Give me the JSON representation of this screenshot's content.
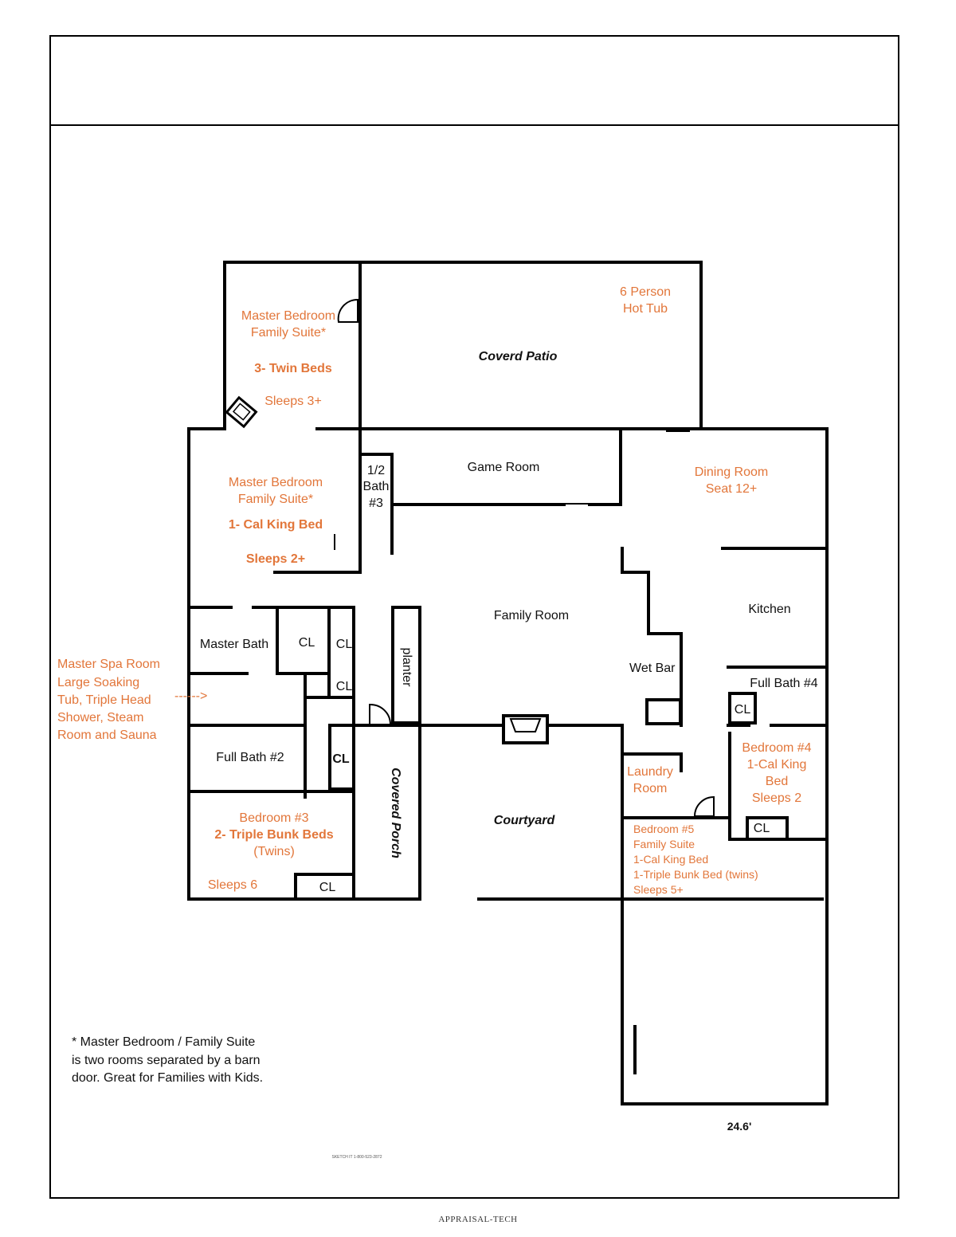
{
  "rooms": {
    "master_suite_upper": [
      "Master Bedroom",
      "Family Suite*",
      "3- Twin Beds",
      "Sleeps 3+"
    ],
    "hot_tub": [
      "6 Person",
      "Hot Tub"
    ],
    "covered_patio": "Coverd Patio",
    "master_suite_lower": [
      "Master Bedroom",
      "Family Suite*",
      "1- Cal King Bed",
      "Sleeps 2+"
    ],
    "half_bath": [
      "1/2",
      "Bath",
      "#3"
    ],
    "game_room": "Game Room",
    "dining_room": [
      "Dining Room",
      "Seat 12+"
    ],
    "kitchen": "Kitchen",
    "family_room": "Family Room",
    "wet_bar": "Wet Bar",
    "master_bath": "Master Bath",
    "closet": "CL",
    "planter": "planter",
    "full_bath_2": "Full Bath #2",
    "full_bath_4": "Full Bath #4",
    "covered_porch": "Covered Porch",
    "courtyard": "Courtyard",
    "laundry_room": [
      "Laundry",
      "Room"
    ],
    "bedroom_4": [
      "Bedroom #4",
      "1-Cal King",
      "Bed",
      "Sleeps 2"
    ],
    "bedroom_3": [
      "Bedroom #3",
      "2- Triple Bunk Beds",
      "(Twins)",
      "Sleeps 6"
    ],
    "bedroom_5": [
      "Bedroom #5",
      "Family Suite",
      "1-Cal King Bed",
      "1-Triple Bunk Bed (twins)",
      "Sleeps 5+"
    ]
  },
  "spa_note": [
    "Master Spa Room",
    "Large Soaking",
    "Tub, Triple Head",
    "Shower, Steam",
    "Room and Sauna"
  ],
  "spa_arrow": "------>",
  "footnote": [
    "* Master Bedroom / Family Suite",
    "is two rooms separated by a barn",
    "door. Great for Families with Kids."
  ],
  "dimension": "24.6'",
  "sketch_credit": "SKETCH IT 1-800-523-2872",
  "footer": "APPRAISAL-TECH",
  "colors": {
    "walls": "#000000",
    "room_label": "#e2763a",
    "text": "#111111"
  }
}
